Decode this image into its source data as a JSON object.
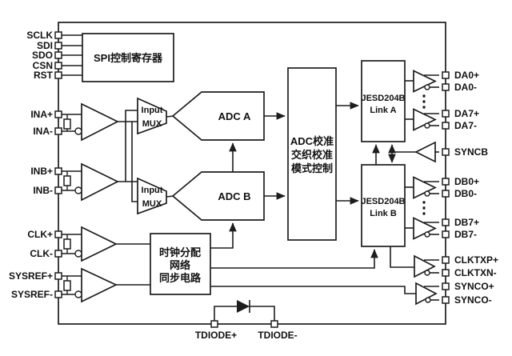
{
  "colors": {
    "ink": "#1d1d1d",
    "background": "#ffffff"
  },
  "blocks": {
    "spi": {
      "label": "SPI控制寄存器"
    },
    "input_mux_a": {
      "lines": [
        "Input",
        "MUX"
      ]
    },
    "input_mux_b": {
      "lines": [
        "Input",
        "MUX"
      ]
    },
    "adc_a": {
      "label": "ADC A"
    },
    "adc_b": {
      "label": "ADC B"
    },
    "calibration": {
      "lines": [
        "ADC校准",
        "交织校准",
        "模式控制"
      ]
    },
    "jesd204b_link_a": {
      "lines": [
        "JESD204B",
        "Link A"
      ]
    },
    "jesd204b_link_b": {
      "lines": [
        "JESD204B",
        "Link B"
      ]
    },
    "clock_distribution": {
      "lines": [
        "时钟分配",
        "网络",
        "同步电路"
      ]
    }
  },
  "pins_left": [
    {
      "label": "SCLK"
    },
    {
      "label": "SDI"
    },
    {
      "label": "SDO"
    },
    {
      "label": "CSN"
    },
    {
      "label": "RST"
    },
    {
      "label": "INA+"
    },
    {
      "label": "INA-"
    },
    {
      "label": "INB+"
    },
    {
      "label": "INB-"
    },
    {
      "label": "CLK+"
    },
    {
      "label": "CLK-"
    },
    {
      "label": "SYSREF+"
    },
    {
      "label": "SYSREF-"
    }
  ],
  "pins_right": [
    {
      "label": "DA0+"
    },
    {
      "label": "DA0-"
    },
    {
      "label": "DA7+"
    },
    {
      "label": "DA7-"
    },
    {
      "label": "SYNCB"
    },
    {
      "label": "DB0+"
    },
    {
      "label": "DB0-"
    },
    {
      "label": "DB7+"
    },
    {
      "label": "DB7-"
    },
    {
      "label": "CLKTXP+"
    },
    {
      "label": "CLKTXN-"
    },
    {
      "label": "SYNCO+"
    },
    {
      "label": "SYNCO-"
    }
  ],
  "pins_bottom": [
    {
      "label": "TDIODE+"
    },
    {
      "label": "TDIODE-"
    }
  ]
}
